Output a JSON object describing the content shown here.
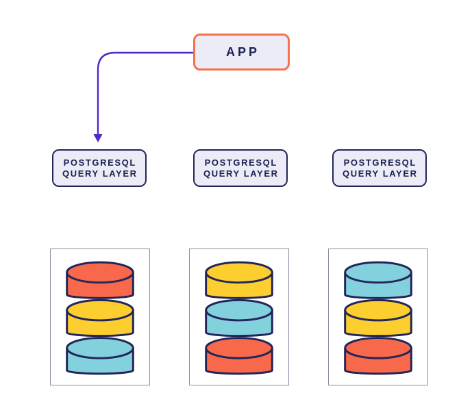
{
  "diagram": {
    "app": {
      "label": "APP"
    },
    "query_nodes": [
      {
        "line1": "POSTGRESQL",
        "line2": "QUERY LAYER"
      },
      {
        "line1": "POSTGRESQL",
        "line2": "QUERY LAYER"
      },
      {
        "line1": "POSTGRESQL",
        "line2": "QUERY LAYER"
      }
    ],
    "database_stacks": [
      {
        "disks": [
          "orange",
          "yellow",
          "cyan"
        ]
      },
      {
        "disks": [
          "yellow",
          "cyan",
          "orange"
        ]
      },
      {
        "disks": [
          "cyan",
          "yellow",
          "orange"
        ]
      }
    ],
    "colors": {
      "disk_orange": "#F8694B",
      "disk_yellow": "#FCCE2F",
      "disk_cyan": "#82D1DD",
      "outline_navy": "#22255A",
      "text_navy": "#1B2153",
      "arrow_purple": "#4F27C8",
      "node_fill": "#EBECF6",
      "app_border_orange": "#F5714B",
      "card_border_gray": "#8B8BA3",
      "background": "#FFFFFF"
    }
  }
}
